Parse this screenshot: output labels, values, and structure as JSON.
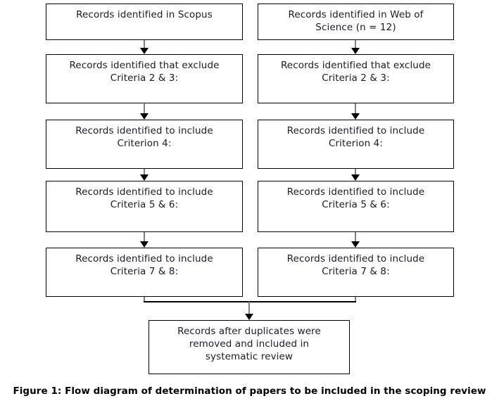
{
  "figure": {
    "caption": "Figure 1: Flow diagram of determination of papers to be included in the scoping review"
  },
  "diagram": {
    "type": "flowchart",
    "columns": [
      {
        "name": "scopus",
        "label": "Scopus column"
      },
      {
        "name": "web-of-science",
        "label": "Web of Science column"
      }
    ],
    "nodes": {
      "left": [
        {
          "id": "left-1",
          "text": "Records identified in Scopus"
        },
        {
          "id": "left-2",
          "text": "Records identified that exclude\nCriteria 2 & 3:"
        },
        {
          "id": "left-3",
          "text": "Records identified to include\nCriterion 4:"
        },
        {
          "id": "left-4",
          "text": "Records identified to include\nCriteria 5 & 6:"
        },
        {
          "id": "left-5",
          "text": "Records identified to include\nCriteria 7 & 8:"
        }
      ],
      "right": [
        {
          "id": "right-1",
          "text": "Records identified in Web of\nScience (n = 12)"
        },
        {
          "id": "right-2",
          "text": "Records identified that exclude\nCriteria 2 & 3:"
        },
        {
          "id": "right-3",
          "text": "Records identified to include\nCriterion 4:"
        },
        {
          "id": "right-4",
          "text": "Records identified to include\nCriteria 5 & 6:"
        },
        {
          "id": "right-5",
          "text": "Records identified to include\nCriteria 7 & 8:"
        }
      ],
      "final": {
        "id": "final",
        "text": "Records after duplicates were\nremoved and included in\nsystematic review"
      }
    },
    "colors": {
      "box_border": "#000000",
      "box_fill": "#ffffff",
      "text": "#1a1a28",
      "arrow_stem": "#808080",
      "arrow_head": "#000000",
      "merge_line": "#000000",
      "caption_text": "#000000"
    }
  }
}
